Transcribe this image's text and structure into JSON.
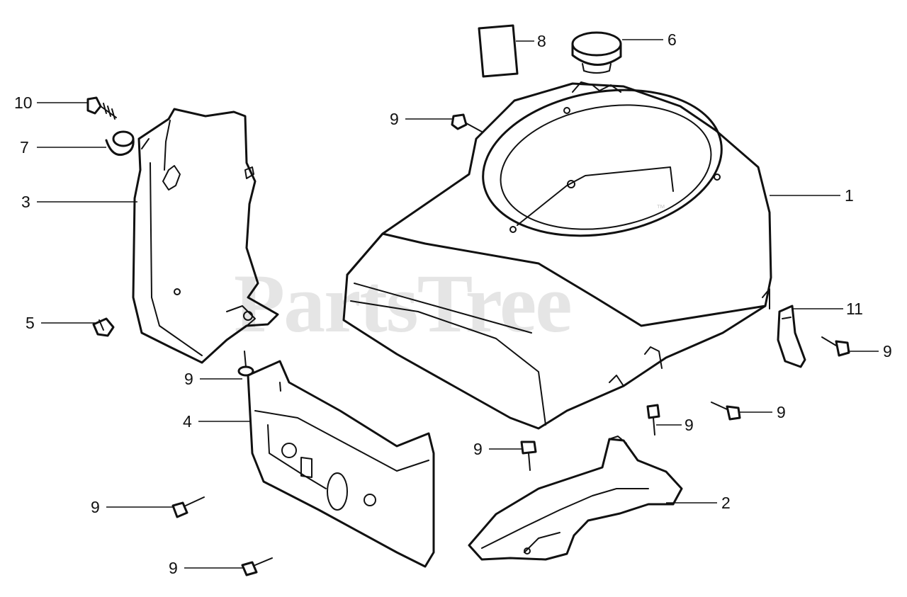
{
  "watermark": {
    "text": "PartsTree",
    "trademark": "™"
  },
  "callouts": [
    {
      "id": "c1",
      "text": "1"
    },
    {
      "id": "c2",
      "text": "2"
    },
    {
      "id": "c3",
      "text": "3"
    },
    {
      "id": "c4",
      "text": "4"
    },
    {
      "id": "c5",
      "text": "5"
    },
    {
      "id": "c6",
      "text": "6"
    },
    {
      "id": "c7",
      "text": "7"
    },
    {
      "id": "c8",
      "text": "8"
    },
    {
      "id": "c9a",
      "text": "9"
    },
    {
      "id": "c9b",
      "text": "9"
    },
    {
      "id": "c9c",
      "text": "9"
    },
    {
      "id": "c9d",
      "text": "9"
    },
    {
      "id": "c9e",
      "text": "9"
    },
    {
      "id": "c9f",
      "text": "9"
    },
    {
      "id": "c9g",
      "text": "9"
    },
    {
      "id": "c9h",
      "text": "9"
    },
    {
      "id": "c10",
      "text": "10"
    },
    {
      "id": "c11",
      "text": "11"
    }
  ]
}
